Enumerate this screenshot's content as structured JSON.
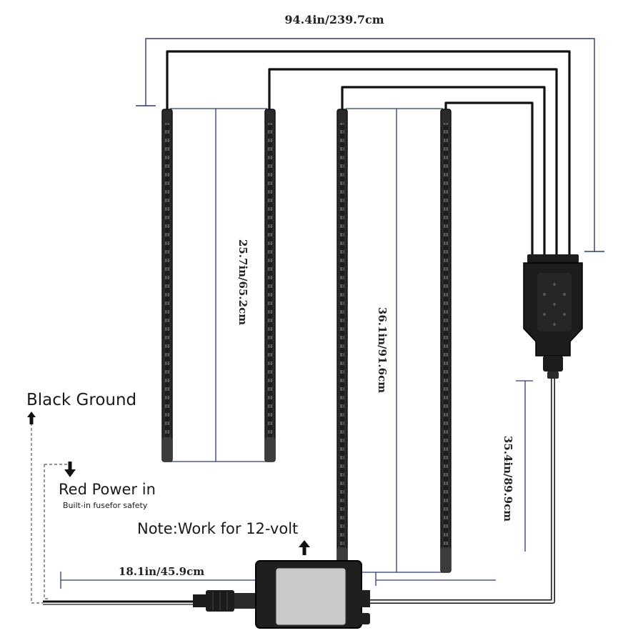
{
  "dimensions": {
    "total_width": "94.4in/239.7cm",
    "short_strip": "25.7in/65.2cm",
    "long_strip": "36.1in/91.6cm",
    "cable": "35.4in/89.9cm",
    "power_lead": "18.1in/45.9cm"
  },
  "labels": {
    "black_ground": "Black Ground",
    "red_power": "Red Power in",
    "fuse_note": "Built-in fusefor safety",
    "voltage_note": "Note:Work for 12-volt"
  },
  "colors": {
    "wire": "#111111",
    "dimension_line": "#2f3a6e",
    "connector": "#1c1c1c",
    "box_face": "#c9c9c9"
  }
}
